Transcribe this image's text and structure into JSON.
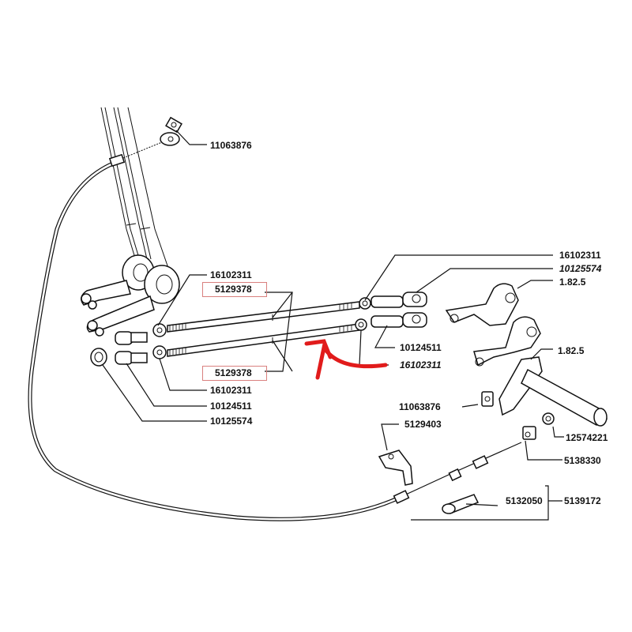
{
  "diagram": {
    "title": "Gearshift linkage exploded parts diagram",
    "highlight_color": "#d9807e",
    "arrow_color": "#e11b1b",
    "labels": {
      "cable_clip_top": "11063876",
      "left_nut_top": "16102311",
      "rod_upper_highlight": "5129378",
      "rod_lower_highlight": "5129378",
      "left_nut_bottom": "16102311",
      "left_sleeve": "10124511",
      "left_socket": "10125574",
      "right_nut_top": "16102311",
      "right_socket_top": "10125574",
      "lever_upper": "1.82.5",
      "right_sleeve": "10124511",
      "right_nut_arrow": "16102311",
      "lever_lower": "1.82.5",
      "cable_clip_right": "11063876",
      "bracket": "5129403",
      "nut_small": "12574221",
      "cable_block": "5138330",
      "cable_end": "5132050",
      "cable_assembly": "5139172"
    },
    "icons": [
      "gearshift-lever-icon",
      "cable-icon",
      "rod-icon",
      "nut-icon",
      "sleeve-icon",
      "socket-icon",
      "bracket-icon",
      "clip-icon",
      "red-arrow-icon"
    ]
  }
}
